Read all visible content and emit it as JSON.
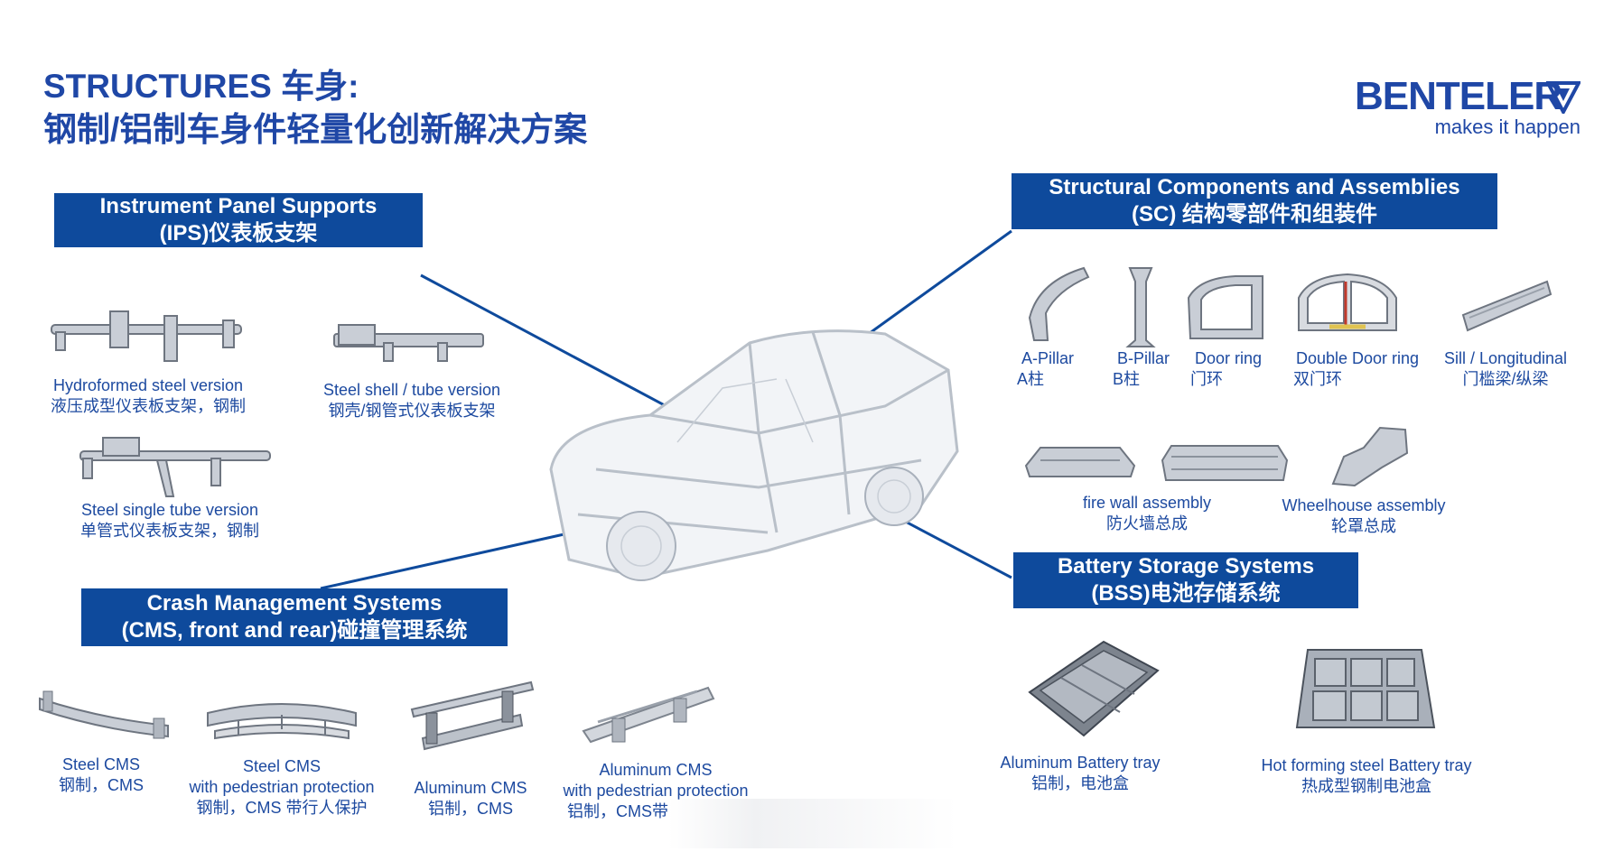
{
  "title": {
    "line1": "STRUCTURES 车身:",
    "line2": "钢制/铝制车身件轻量化创新解决方案"
  },
  "logo": {
    "name": "BENTELER",
    "tagline": "makes it happen"
  },
  "colors": {
    "brand_blue": "#0e4a9c",
    "text_blue": "#1d4aa0"
  },
  "ips": {
    "header": {
      "line1": "Instrument Panel Supports",
      "line2": "(IPS)仪表板支架"
    },
    "items": [
      {
        "en": "Hydroformed steel version",
        "cn": "液压成型仪表板支架，钢制"
      },
      {
        "en": "Steel shell / tube version",
        "cn": "钢壳/钢管式仪表板支架"
      },
      {
        "en": "Steel single tube version",
        "cn": "单管式仪表板支架，钢制"
      }
    ]
  },
  "sc": {
    "header": {
      "line1": "Structural Components and Assemblies",
      "line2": "(SC) 结构零部件和组装件"
    },
    "items": [
      {
        "en": "A-Pillar",
        "cn": "A柱"
      },
      {
        "en": "B-Pillar",
        "cn": "B柱"
      },
      {
        "en": "Door ring",
        "cn": "门环"
      },
      {
        "en": "Double Door ring",
        "cn": "双门环"
      },
      {
        "en": "Sill / Longitudinal",
        "cn": "门槛梁/纵梁"
      },
      {
        "en": "fire wall assembly",
        "cn": "防火墙总成"
      },
      {
        "en": "Wheelhouse assembly",
        "cn": "轮罩总成"
      }
    ]
  },
  "cms": {
    "header": {
      "line1": "Crash Management Systems",
      "line2": "(CMS, front and rear)碰撞管理系统"
    },
    "items": [
      {
        "en": "Steel CMS",
        "cn": "钢制，CMS"
      },
      {
        "en": "Steel CMS",
        "en2": "with pedestrian protection",
        "cn": "钢制，CMS 带行人保护"
      },
      {
        "en": "Aluminum CMS",
        "cn": "铝制，CMS"
      },
      {
        "en": "Aluminum CMS",
        "en2": "with pedestrian protection",
        "cn": "铝制，CMS带"
      }
    ]
  },
  "bss": {
    "header": {
      "line1": "Battery Storage Systems",
      "line2": "(BSS)电池存储系统"
    },
    "items": [
      {
        "en": "Aluminum Battery tray",
        "cn": "铝制，电池盒"
      },
      {
        "en": "Hot forming steel Battery tray",
        "cn": "热成型钢制电池盒"
      }
    ]
  }
}
